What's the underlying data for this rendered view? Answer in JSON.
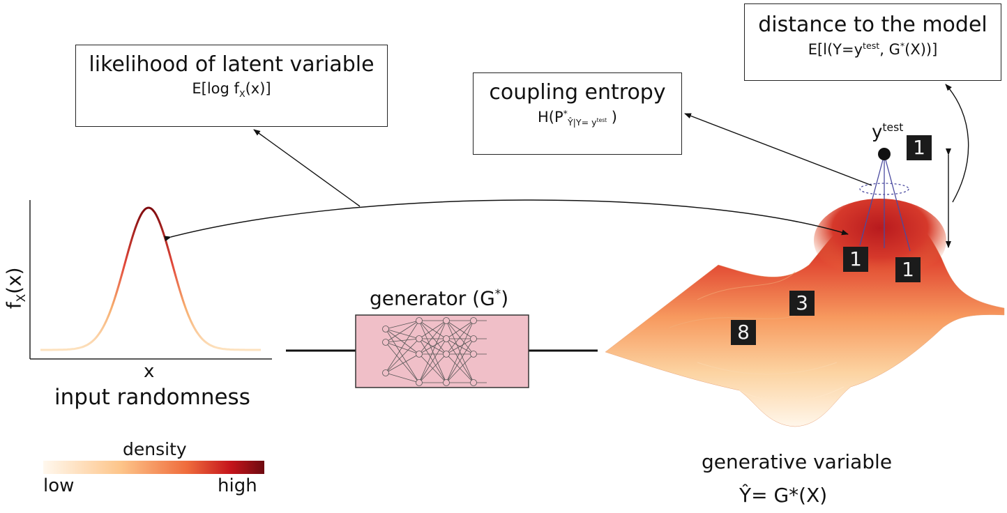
{
  "boxes": {
    "likelihood": {
      "title": "likelihood of latent variable",
      "formula_pre": "E[log f",
      "formula_sub": "X",
      "formula_post": "(x)]"
    },
    "coupling": {
      "title": "coupling entropy",
      "formula_pre": "H(P",
      "formula_sup": "*",
      "formula_sub": "Ŷ|Y= y",
      "formula_subsup": "test",
      "formula_post": " )"
    },
    "distance": {
      "title": "distance to the model",
      "formula_pre": "E[l(Y=y",
      "formula_sup": "test",
      "formula_mid": ", G",
      "formula_sup2": "*",
      "formula_post": "(X))]"
    }
  },
  "left_plot": {
    "ylabel_main": "f",
    "ylabel_sub": "X",
    "ylabel_post": "(x)",
    "xlabel": "x",
    "caption": "input randomness"
  },
  "generator": {
    "label_pre": "generator (G",
    "label_sup": "*",
    "label_post": ")"
  },
  "right_plot": {
    "ytest_main": "y",
    "ytest_sup": "test",
    "caption": "generative variable",
    "formula": "Ŷ= G*(X)"
  },
  "digits": [
    "1",
    "1",
    "1",
    "3",
    "8"
  ],
  "colorbar": {
    "title": "density",
    "low": "low",
    "high": "high"
  },
  "colors": {
    "dark": "#7e0a0e",
    "mid": "#e34a33",
    "light": "#fdd49e",
    "pale": "#fff5e6",
    "generator_fill": "#f0bfc8"
  }
}
